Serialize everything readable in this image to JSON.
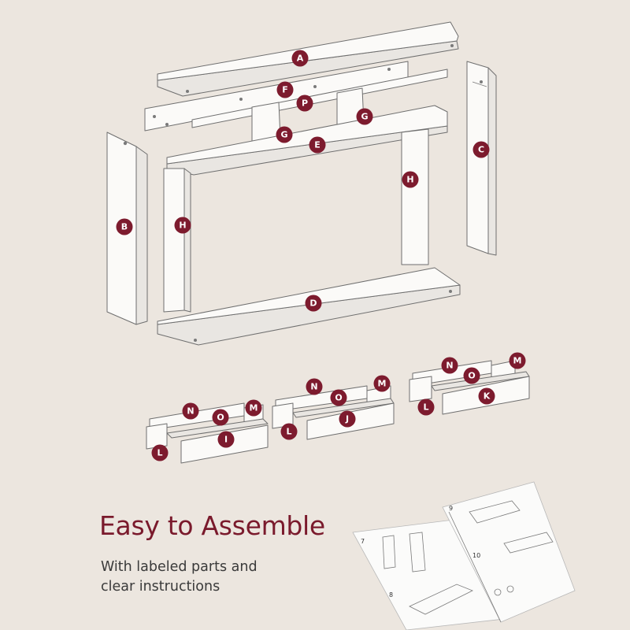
{
  "headline": "Easy to Assemble",
  "subtext": {
    "line1": "With labeled parts and",
    "line2": "clear instructions"
  },
  "parts": [
    "A",
    "B",
    "C",
    "D",
    "E",
    "F",
    "G",
    "G",
    "H",
    "H",
    "I",
    "J",
    "K",
    "L",
    "L",
    "L",
    "M",
    "M",
    "M",
    "N",
    "N",
    "N",
    "O",
    "O",
    "O",
    "P"
  ],
  "manual_page_numbers": [
    "7",
    "8",
    "9",
    "10"
  ],
  "colors": {
    "background": "#ece6df",
    "accent": "#7d1b2e",
    "headline": "#7a1a2c",
    "body_text": "#3a3a3a"
  }
}
